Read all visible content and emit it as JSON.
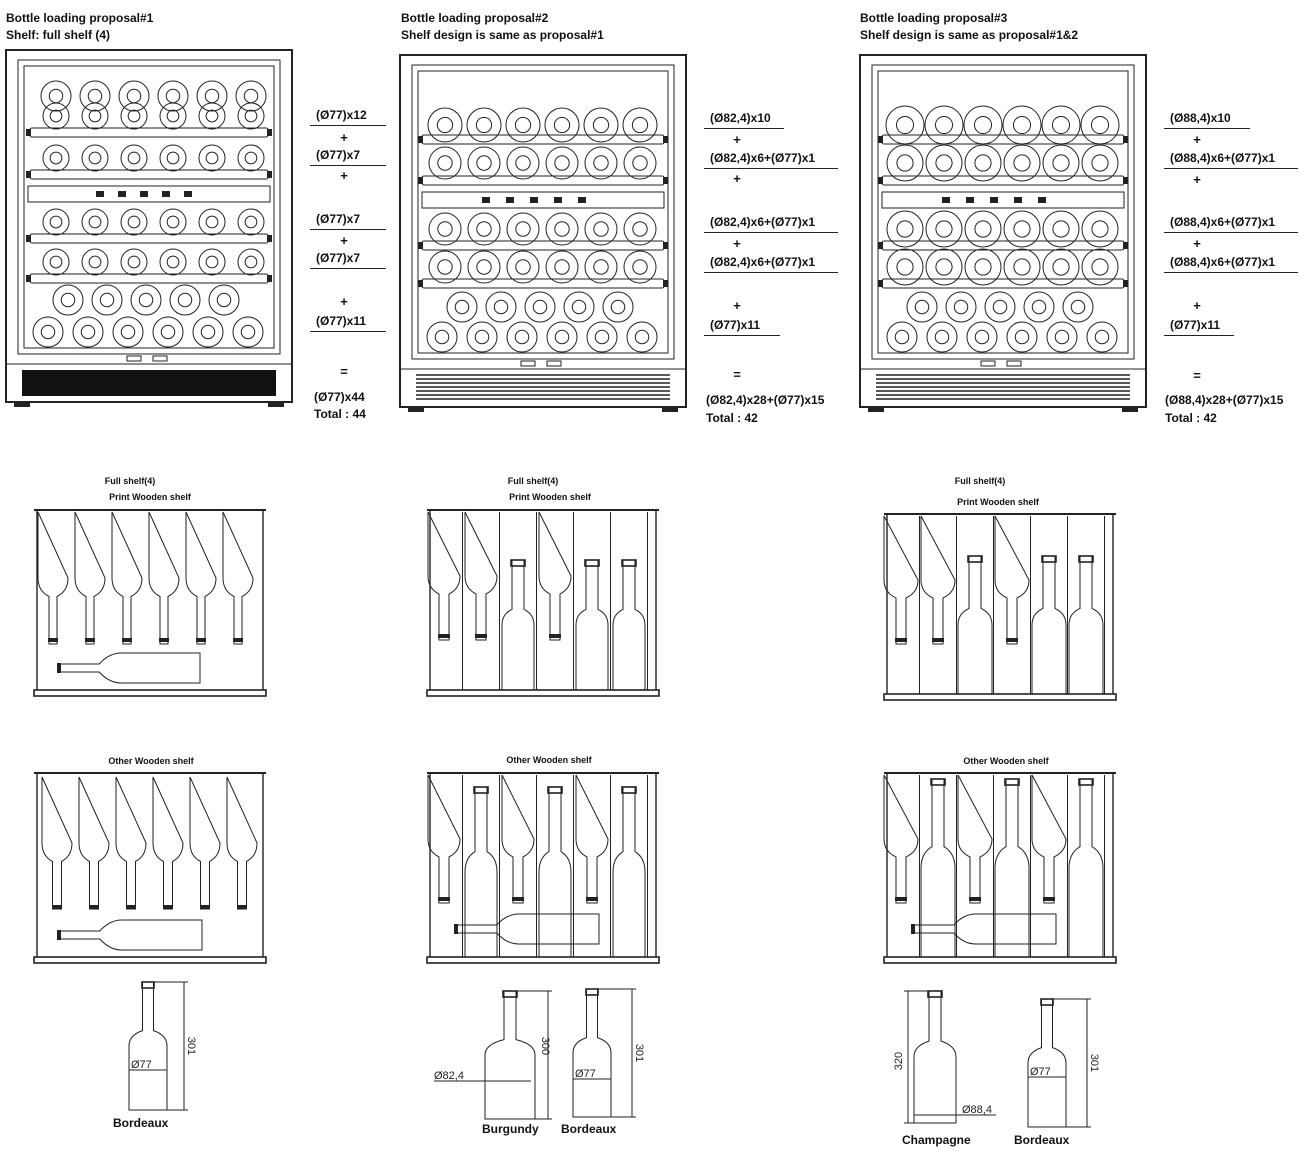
{
  "proposals": [
    {
      "title": "Bottle loading proposal#1",
      "subtitle": "Shelf: full shelf (4)",
      "calc": {
        "items": [
          "(Ø77)x12",
          "(Ø77)x7",
          "(Ø77)x7",
          "(Ø77)x7",
          "(Ø77)x11"
        ],
        "result": "(Ø77)x44",
        "total": "Total : 44"
      },
      "print_shelf": {
        "caption1": "Full shelf(4)",
        "caption2": "Print  Wooden shelf"
      },
      "other_shelf": {
        "caption": "Other  Wooden shelf"
      },
      "bottles": [
        {
          "label": "Bordeaux",
          "diameter": "Ø77",
          "height": "301"
        }
      ]
    },
    {
      "title": "Bottle loading proposal#2",
      "subtitle": "Shelf design is same as proposal#1",
      "calc": {
        "items": [
          "(Ø82,4)x10",
          "(Ø82,4)x6+(Ø77)x1",
          "(Ø82,4)x6+(Ø77)x1",
          "(Ø82,4)x6+(Ø77)x1",
          "(Ø77)x11"
        ],
        "result": "(Ø82,4)x28+(Ø77)x15",
        "total": "Total : 42"
      },
      "print_shelf": {
        "caption1": "Full shelf(4)",
        "caption2": "Print Wooden shelf"
      },
      "other_shelf": {
        "caption": "Other Wooden shelf"
      },
      "bottles": [
        {
          "label": "Burgundy",
          "diameter": "Ø82,4",
          "height": "300"
        },
        {
          "label": "Bordeaux",
          "diameter": "Ø77",
          "height": "301"
        }
      ]
    },
    {
      "title": "Bottle loading proposal#3",
      "subtitle": "Shelf design is same as proposal#1&2",
      "calc": {
        "items": [
          "(Ø88,4)x10",
          "(Ø88,4)x6+(Ø77)x1",
          "(Ø88,4)x6+(Ø77)x1",
          "(Ø88,4)x6+(Ø77)x1",
          "(Ø77)x11"
        ],
        "result": "(Ø88,4)x28+(Ø77)x15",
        "total": "Total : 42"
      },
      "print_shelf": {
        "caption1": "Full shelf(4)",
        "caption2": "Print Wooden shelf"
      },
      "other_shelf": {
        "caption": "Other Wooden shelf"
      },
      "bottles": [
        {
          "label": "Champagne",
          "diameter": "Ø88,4",
          "height": "320"
        },
        {
          "label": "Bordeaux",
          "diameter": "Ø77",
          "height": "301"
        }
      ]
    }
  ],
  "symbols": {
    "plus": "+",
    "equals": "="
  }
}
